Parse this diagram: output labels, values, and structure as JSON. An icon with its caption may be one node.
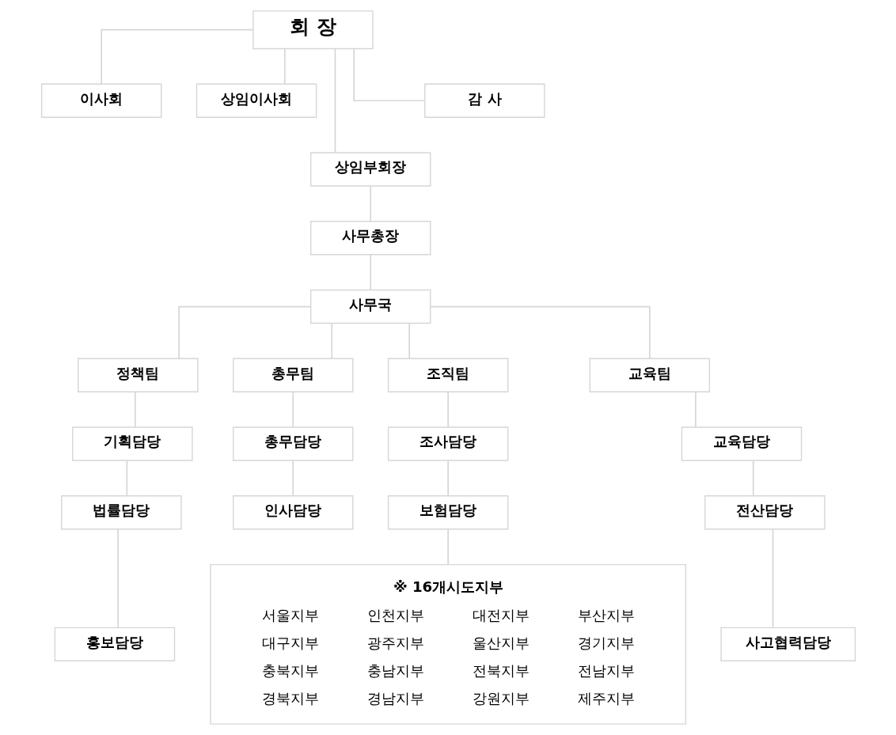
{
  "diagram": {
    "nodes": [
      {
        "text": [
          "회 장"
        ]
      },
      {
        "text": [
          "이사회"
        ]
      },
      {
        "text": [
          "상임이사회"
        ]
      },
      {
        "text": [
          "감 사"
        ]
      },
      {
        "text": [
          "상임부회장"
        ]
      },
      {
        "text": [
          "사무총장"
        ]
      },
      {
        "text": [
          "사무국"
        ]
      },
      {
        "text": [
          "정책팀"
        ]
      },
      {
        "text": [
          "총무팀"
        ]
      },
      {
        "text": [
          "조직팀"
        ]
      },
      {
        "text": [
          "교육팀"
        ]
      },
      {
        "text": [
          "기획담당"
        ]
      },
      {
        "text": [
          "총무담당"
        ]
      },
      {
        "text": [
          "조사담당"
        ]
      },
      {
        "text": [
          "교육담당"
        ]
      },
      {
        "text": [
          "법률담당"
        ]
      },
      {
        "text": [
          "인사담당"
        ]
      },
      {
        "text": [
          "보험담당"
        ]
      },
      {
        "text": [
          "전산담당"
        ]
      },
      {
        "text": [
          "홍보담당"
        ]
      },
      {
        "text": [
          "※ 16개시도지부",
          "서울지부",
          "인천지부",
          "대전지부",
          "부산지부",
          "대구지부",
          "광주지부",
          "울산지부",
          "경기지부",
          "충북지부",
          "충남지부",
          "전북지부",
          "전남지부",
          "경북지부",
          "경남지부",
          "강원지부",
          "제주지부"
        ]
      },
      {
        "text": [
          "사고협력담당"
        ]
      }
    ],
    "edges": [
      {
        "from": 0,
        "to": 1,
        "arrow": "none"
      },
      {
        "from": 0,
        "to": 2,
        "arrow": "none"
      },
      {
        "from": 0,
        "to": 4,
        "arrow": "none"
      },
      {
        "from": 0,
        "to": 3,
        "arrow": "none"
      },
      {
        "from": 4,
        "to": 5,
        "arrow": "none"
      },
      {
        "from": 5,
        "to": 6,
        "arrow": "none"
      },
      {
        "from": 6,
        "to": 7,
        "arrow": "none"
      },
      {
        "from": 6,
        "to": 8,
        "arrow": "none"
      },
      {
        "from": 6,
        "to": 9,
        "arrow": "none"
      },
      {
        "from": 6,
        "to": 10,
        "arrow": "none"
      },
      {
        "from": 7,
        "to": 11,
        "arrow": "none"
      },
      {
        "from": 11,
        "to": 15,
        "arrow": "none"
      },
      {
        "from": 15,
        "to": 19,
        "arrow": "none"
      },
      {
        "from": 8,
        "to": 12,
        "arrow": "none"
      },
      {
        "from": 12,
        "to": 16,
        "arrow": "none"
      },
      {
        "from": 9,
        "to": 13,
        "arrow": "none"
      },
      {
        "from": 13,
        "to": 17,
        "arrow": "none"
      },
      {
        "from": 17,
        "to": 20,
        "arrow": "none"
      },
      {
        "from": 10,
        "to": 14,
        "arrow": "none"
      },
      {
        "from": 14,
        "to": 18,
        "arrow": "none"
      },
      {
        "from": 18,
        "to": 21,
        "arrow": "none"
      }
    ]
  }
}
